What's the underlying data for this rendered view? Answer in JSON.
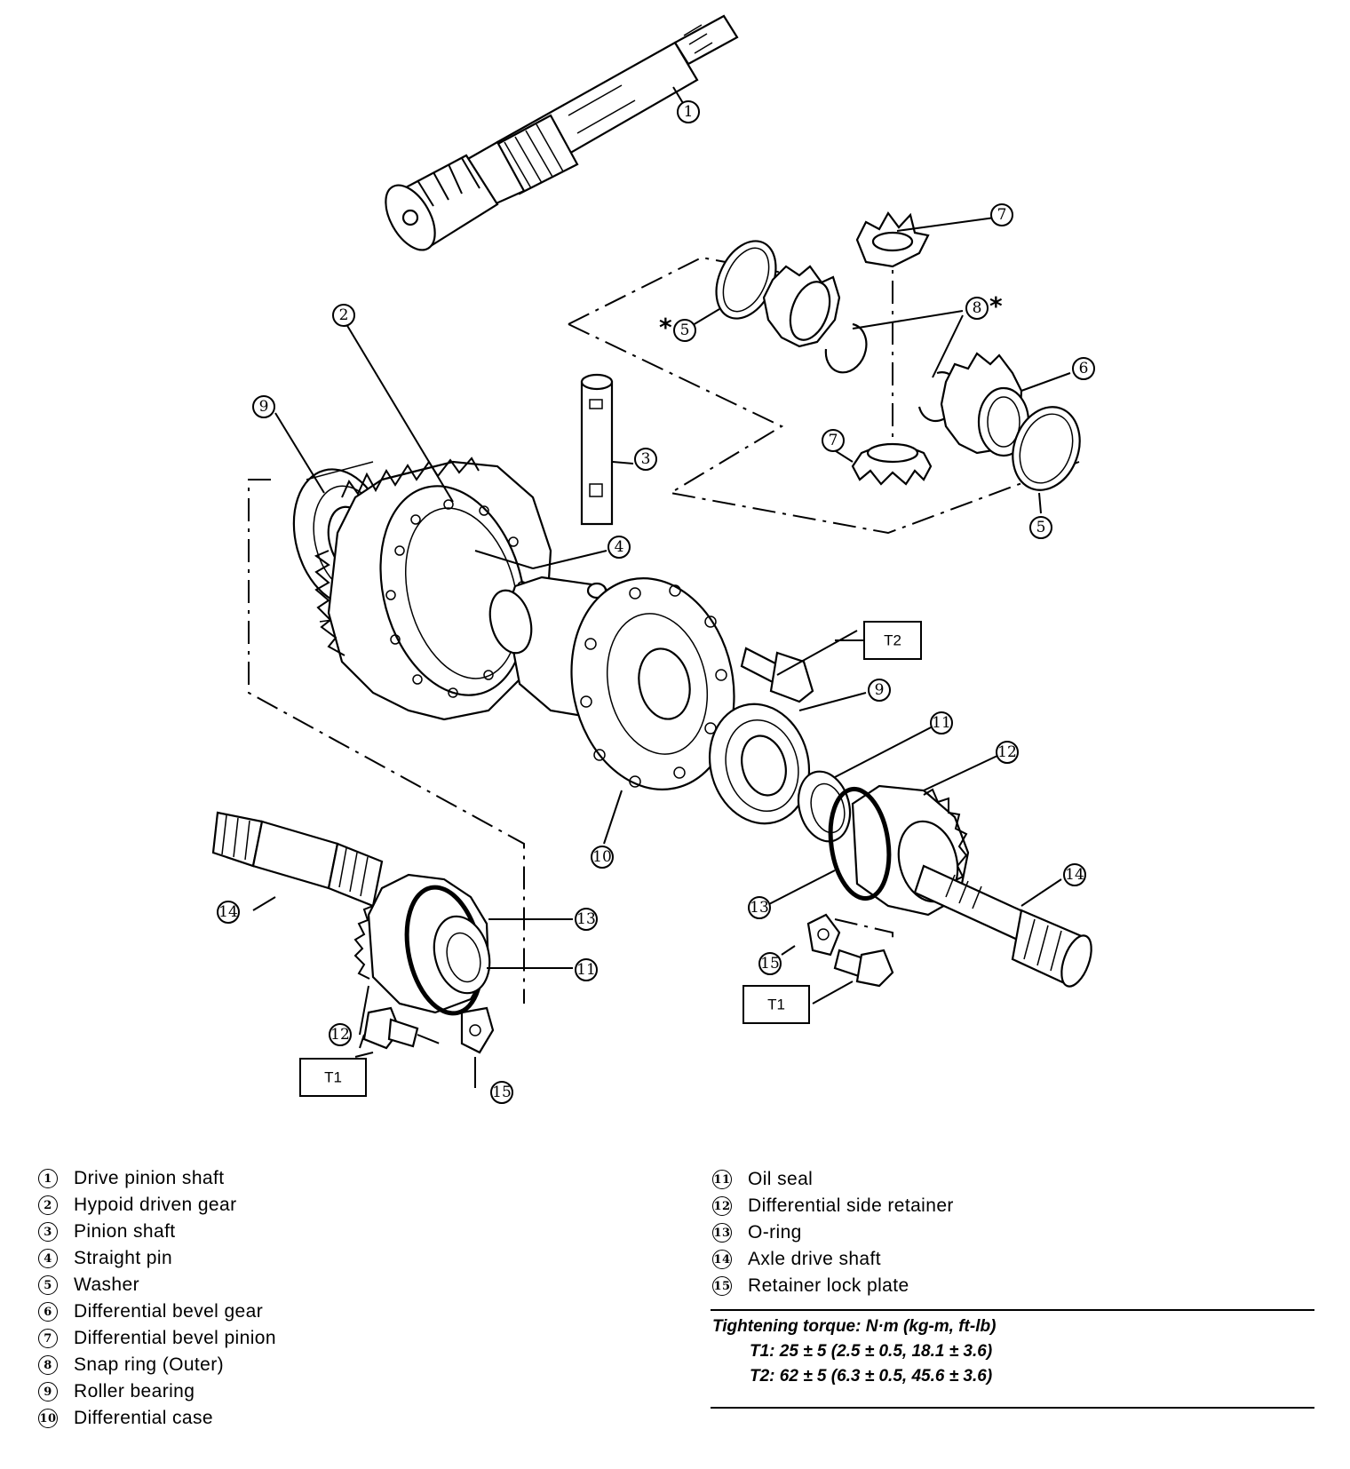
{
  "callouts": [
    "1",
    "2",
    "3",
    "4",
    "5",
    "6",
    "7",
    "8",
    "9",
    "10",
    "11",
    "12",
    "13",
    "14",
    "15"
  ],
  "boxes": {
    "t1": "T1",
    "t2": "T2"
  },
  "star": "*",
  "legend": {
    "left": [
      {
        "num": "1",
        "label": "Drive pinion shaft"
      },
      {
        "num": "2",
        "label": "Hypoid driven gear"
      },
      {
        "num": "3",
        "label": "Pinion shaft"
      },
      {
        "num": "4",
        "label": "Straight pin"
      },
      {
        "num": "5",
        "label": "Washer"
      },
      {
        "num": "6",
        "label": "Differential bevel gear"
      },
      {
        "num": "7",
        "label": "Differential bevel pinion"
      },
      {
        "num": "8",
        "label": "Snap ring (Outer)"
      },
      {
        "num": "9",
        "label": "Roller bearing"
      },
      {
        "num": "10",
        "label": "Differential case"
      }
    ],
    "right": [
      {
        "num": "11",
        "label": "Oil seal"
      },
      {
        "num": "12",
        "label": "Differential side retainer"
      },
      {
        "num": "13",
        "label": "O-ring"
      },
      {
        "num": "14",
        "label": "Axle drive shaft"
      },
      {
        "num": "15",
        "label": "Retainer lock plate"
      }
    ]
  },
  "torque": {
    "title": "Tightening torque: N·m (kg-m, ft-lb)",
    "t1": "T1: 25 ± 5 (2.5 ± 0.5, 18.1 ± 3.6)",
    "t2": "T2: 62 ± 5 (6.3 ± 0.5, 45.6 ± 3.6)"
  }
}
